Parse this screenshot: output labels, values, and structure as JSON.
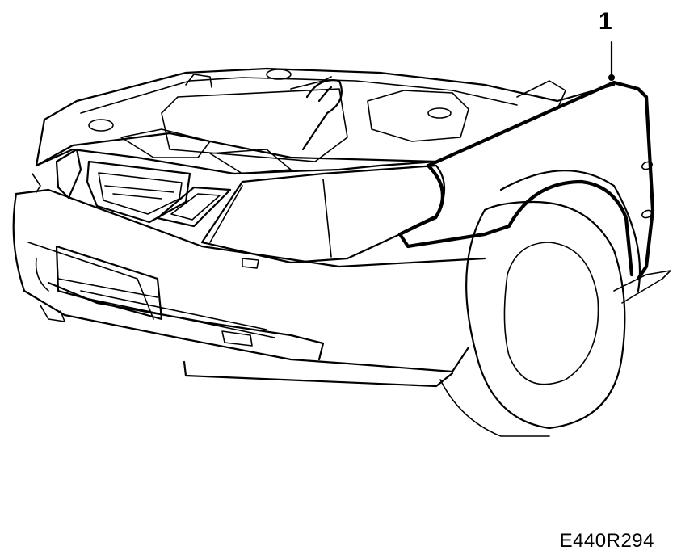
{
  "diagram": {
    "callouts": [
      {
        "label": "1",
        "part": "wing"
      }
    ],
    "figure_code": "E440R294"
  }
}
